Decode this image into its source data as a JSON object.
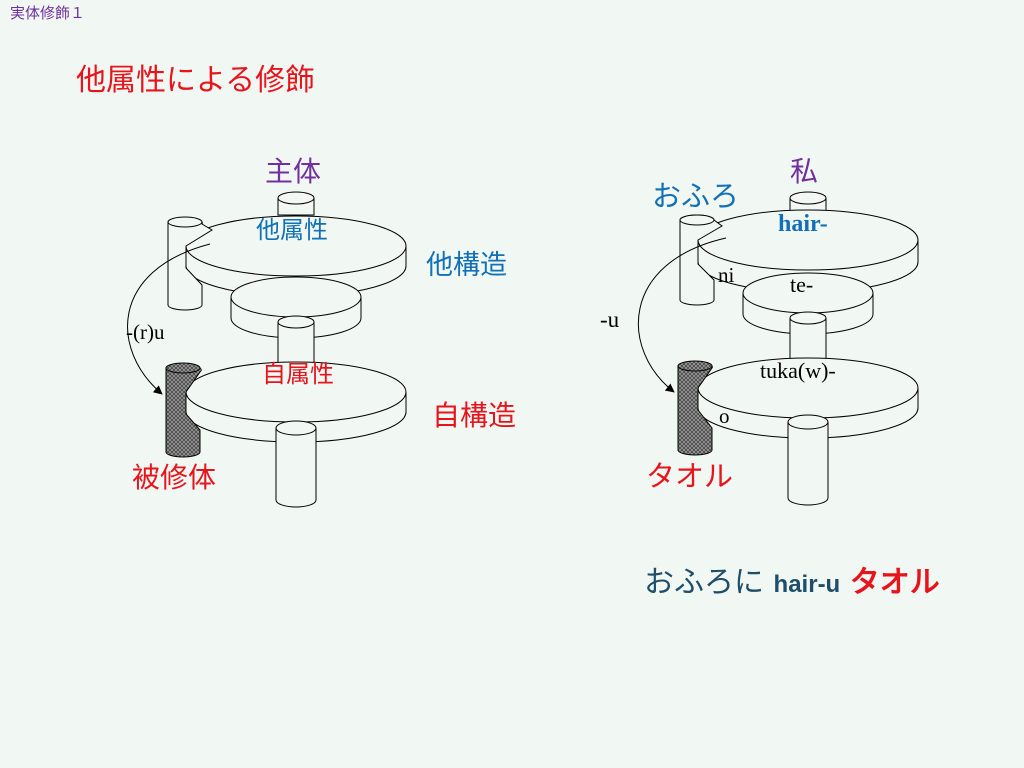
{
  "header": "実体修飾１",
  "title": "他属性による修飾",
  "left": {
    "subject": "主体",
    "other_attr": "他属性",
    "other_struct": "他構造",
    "self_attr": "自属性",
    "self_struct": "自構造",
    "modified": "被修体",
    "arrow_label": "-(r)u"
  },
  "right": {
    "furo": "おふろ",
    "watashi": "私",
    "hair": "hair-",
    "ni": "ni",
    "te": "te-",
    "u": "-u",
    "tuka": "tuka(w)-",
    "o": "o",
    "towel": "タオル"
  },
  "caption": {
    "part1": "おふろに",
    "part2": "hair-u",
    "part3": "タオル"
  },
  "colors": {
    "purple": "#7030a0",
    "blue": "#1070b8",
    "red": "#e8141c",
    "background": "#f1f8f3"
  }
}
